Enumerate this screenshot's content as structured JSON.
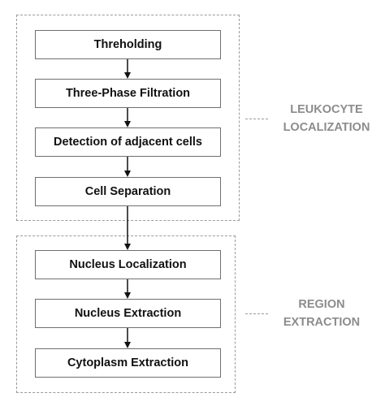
{
  "groups": [
    {
      "label_lines": [
        "LEUKOCYTE",
        "LOCALIZATION"
      ],
      "steps": [
        "Threholding",
        "Three-Phase Filtration",
        "Detection of adjacent cells",
        "Cell Separation"
      ]
    },
    {
      "label_lines": [
        "REGION",
        "EXTRACTION"
      ],
      "steps": [
        "Nucleus Localization",
        "Nucleus Extraction",
        "Cytoplasm Extraction"
      ]
    }
  ],
  "colors": {
    "box_border": "#6f6f6f",
    "dashed_border": "#9a9a9a",
    "label_text": "#8c8c8c",
    "step_text": "#111111",
    "arrow": "#111111"
  }
}
